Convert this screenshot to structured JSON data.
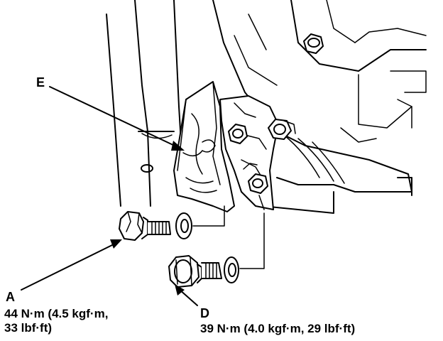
{
  "callouts": {
    "e": "E",
    "a": "A",
    "d": "D"
  },
  "torque": {
    "a_line1": "44 N·m (4.5 kgf·m,",
    "a_line2": "33 lbf·ft)",
    "d_line1": "39 N·m (4.0 kgf·m, 29 lbf·ft)"
  }
}
